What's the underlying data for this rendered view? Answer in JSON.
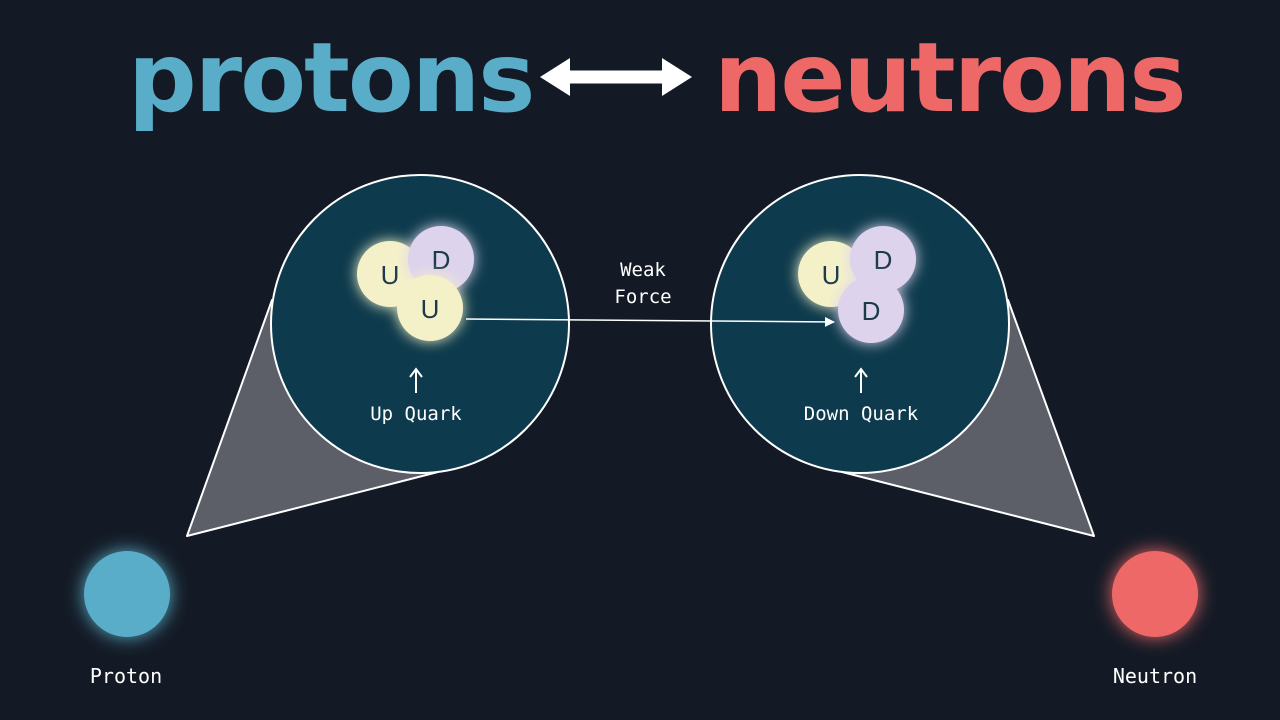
{
  "header": {
    "left_word": "protons",
    "right_word": "neutrons"
  },
  "left_zoom": {
    "quarks": [
      "U",
      "D",
      "U"
    ],
    "pointer_label": "Up Quark"
  },
  "right_zoom": {
    "quarks": [
      "U",
      "D",
      "D"
    ],
    "pointer_label": "Down Quark"
  },
  "transition": {
    "label_line1": "Weak",
    "label_line2": "Force"
  },
  "particles": {
    "left_label": "Proton",
    "right_label": "Neutron"
  },
  "colors": {
    "background": "#131a25",
    "proton": "#5aadc8",
    "neutron": "#ee6868",
    "zoom_fill": "#0d3a4c",
    "up_quark": "#f4f1c9",
    "down_quark": "#ddd3ec",
    "quark_text": "#1d3a4c"
  }
}
